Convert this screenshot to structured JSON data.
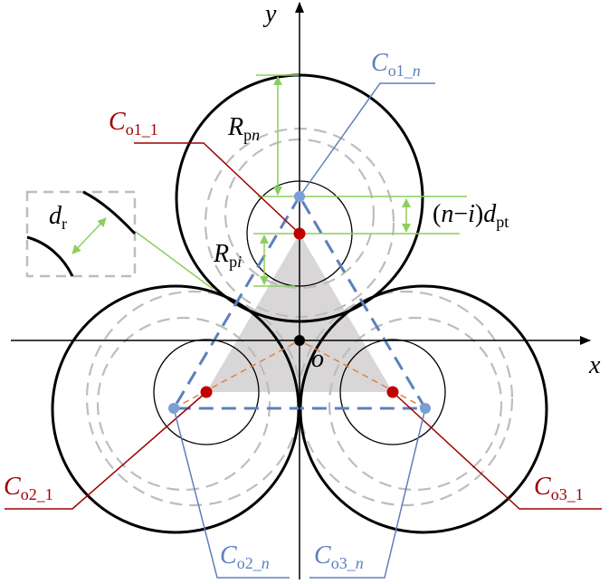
{
  "axes": {
    "x_label": "x",
    "y_label": "y",
    "origin_label": "o"
  },
  "labels": {
    "co1_1": {
      "main": "C",
      "sub": "o1_1"
    },
    "co1_n": {
      "main": "C",
      "sub": "o1_",
      "sub_italic": "n"
    },
    "co2_1": {
      "main": "C",
      "sub": "o2_1"
    },
    "co2_n": {
      "main": "C",
      "sub": "o2_",
      "sub_italic": "n"
    },
    "co3_1": {
      "main": "C",
      "sub": "o3_1"
    },
    "co3_n": {
      "main": "C",
      "sub": "o3_",
      "sub_italic": "n"
    },
    "rpn": {
      "main": "R",
      "sub": "p",
      "sub_italic": "n"
    },
    "rpi": {
      "main": "R",
      "sub": "p",
      "sub_italic": "i"
    },
    "dr": {
      "main": "d",
      "sub": "r"
    },
    "npt": {
      "open": "(",
      "n": "n",
      "minus": "−",
      "i": "i",
      "close": ")",
      "d": "d",
      "sub": "pt"
    }
  },
  "colors": {
    "dark_red": "#9b0000",
    "point_red": "#c00000",
    "steel_blue": "#5b80bd",
    "point_blue": "#7a9fd6",
    "dashed_blue": "#5b80bd",
    "green": "#8ccf5c",
    "gray_dash": "#bdbdbd",
    "fill_gray": "#d9d6d8",
    "black": "#000000"
  }
}
